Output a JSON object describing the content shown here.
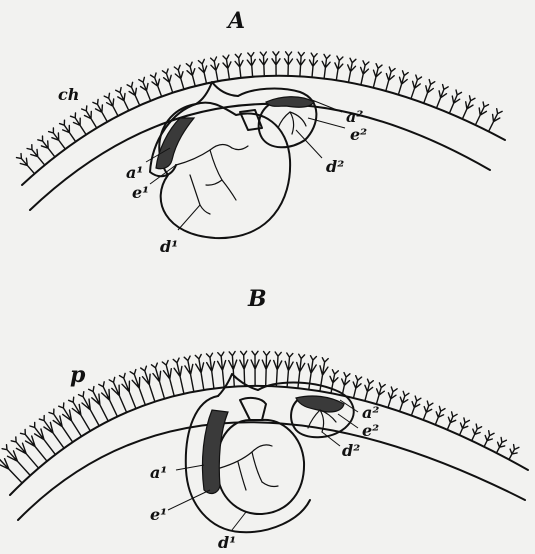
{
  "figure": {
    "panel_a": {
      "title": "A",
      "labels": {
        "ch": "ch",
        "a1": "a¹",
        "e1": "e¹",
        "d1": "d¹",
        "a2": "a²",
        "e2": "e²",
        "d2": "d²"
      }
    },
    "panel_b": {
      "title": "B",
      "labels": {
        "p": "p",
        "a1": "a¹",
        "e1": "e¹",
        "d1": "d¹",
        "a2": "a²",
        "e2": "e²",
        "d2": "d²"
      }
    }
  }
}
